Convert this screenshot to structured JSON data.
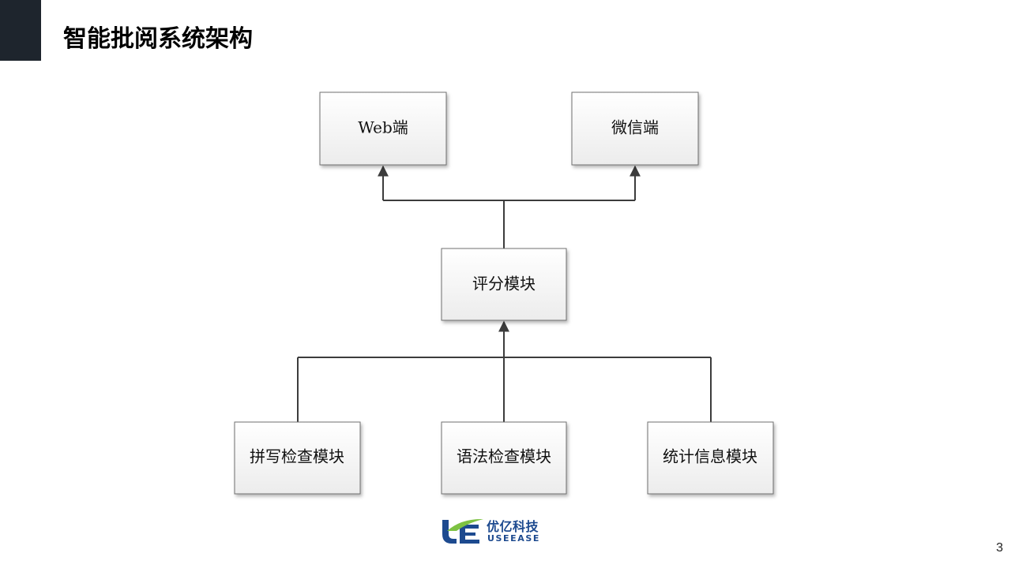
{
  "slide": {
    "title": "智能批阅系统架构",
    "page_number": "3"
  },
  "diagram": {
    "nodes": {
      "web": "Web端",
      "wechat": "微信端",
      "scoring": "评分模块",
      "spelling": "拼写检查模块",
      "grammar": "语法检查模块",
      "statistics": "统计信息模块"
    }
  },
  "logo": {
    "name_cn": "优亿科技",
    "name_en": "USEEASE"
  },
  "colors": {
    "corner_block": "#1e252d",
    "connector": "#3c3c3c",
    "node_border": "#6f6f6f",
    "logo_blue": "#1d4a8f",
    "logo_green": "#7dc242"
  }
}
